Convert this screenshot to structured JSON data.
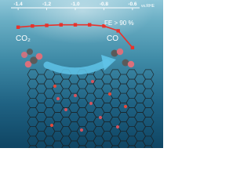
{
  "chart_data": {
    "type": "line",
    "x": [
      -1.4,
      -1.3,
      -1.2,
      -1.1,
      -1.0,
      -0.9,
      -0.8,
      -0.7,
      -0.6
    ],
    "series": [
      {
        "values": [
          93,
          94,
          94.5,
          95,
          95,
          95,
          94,
          90,
          76
        ]
      }
    ],
    "xlim": [
      -1.45,
      -0.55
    ],
    "ylim": [
      70,
      100
    ],
    "xticks": [
      "-1.4",
      "-1.2",
      "-1.0",
      "-0.8",
      "-0.6"
    ],
    "xunit": "vs.RHE",
    "annotation": "FE > 90 %",
    "reactant_label": "CO₂",
    "product_label": "CO",
    "grid": false,
    "colors": {
      "line": "#e8322b",
      "axis": "#ffffff",
      "text": "#ffffff"
    }
  }
}
